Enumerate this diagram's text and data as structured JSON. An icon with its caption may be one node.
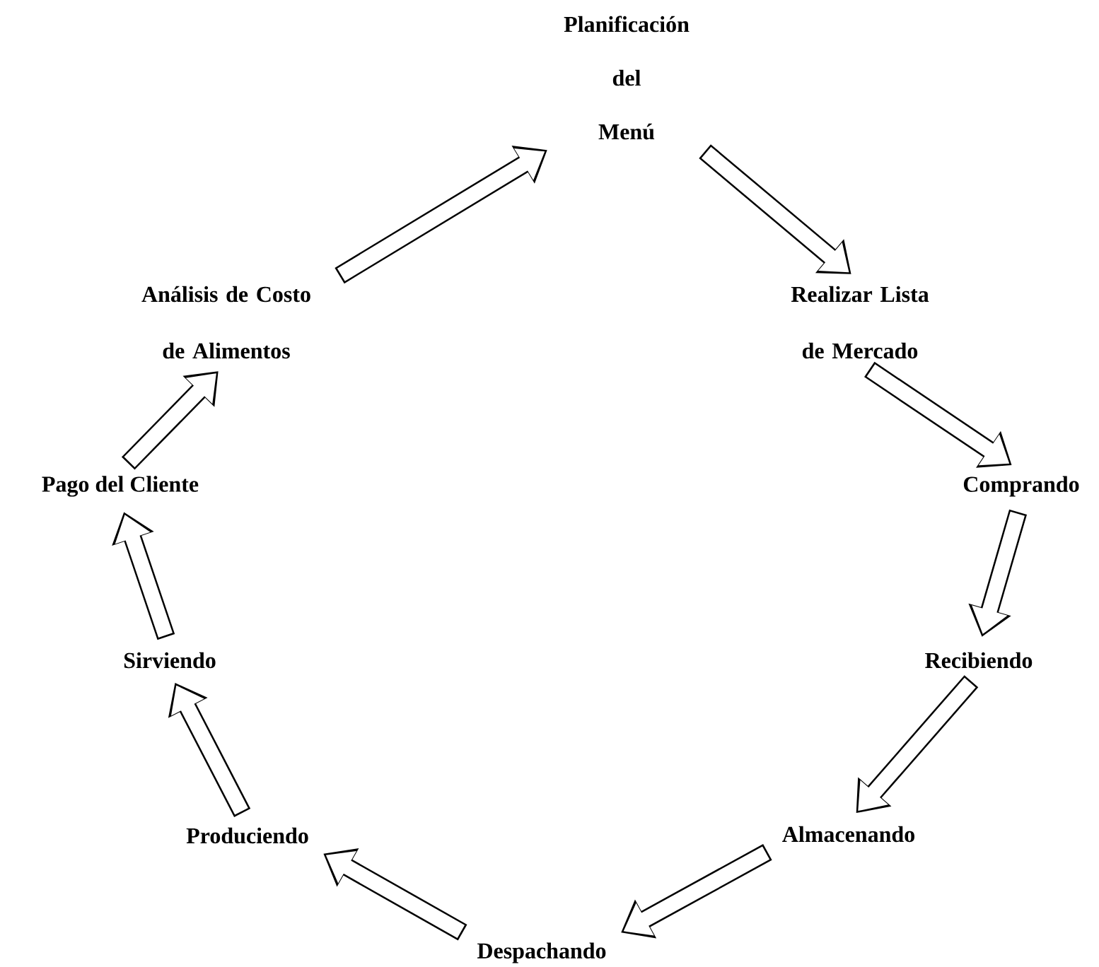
{
  "diagram": {
    "nodes": [
      {
        "text": [
          "Planificación del Menú"
        ]
      },
      {
        "text": [
          "Realizar Lista de Mercado"
        ]
      },
      {
        "text": [
          "Comprando"
        ]
      },
      {
        "text": [
          "Recibiendo"
        ]
      },
      {
        "text": [
          "Almacenando"
        ]
      },
      {
        "text": [
          "Despachando"
        ]
      },
      {
        "text": [
          "Produciendo"
        ]
      },
      {
        "text": [
          "Sirviendo"
        ]
      },
      {
        "text": [
          "Pago del Cliente"
        ]
      },
      {
        "text": [
          "Análisis de Costo de Alimentos"
        ]
      }
    ],
    "edges": [
      {
        "from": 0,
        "to": 1,
        "arrow": "to"
      },
      {
        "from": 1,
        "to": 2,
        "arrow": "to"
      },
      {
        "from": 2,
        "to": 3,
        "arrow": "to"
      },
      {
        "from": 3,
        "to": 4,
        "arrow": "to"
      },
      {
        "from": 4,
        "to": 5,
        "arrow": "to"
      },
      {
        "from": 5,
        "to": 6,
        "arrow": "to"
      },
      {
        "from": 6,
        "to": 7,
        "arrow": "to"
      },
      {
        "from": 7,
        "to": 8,
        "arrow": "to"
      },
      {
        "from": 8,
        "to": 9,
        "arrow": "to"
      },
      {
        "from": 9,
        "to": 0,
        "arrow": "to"
      }
    ]
  }
}
